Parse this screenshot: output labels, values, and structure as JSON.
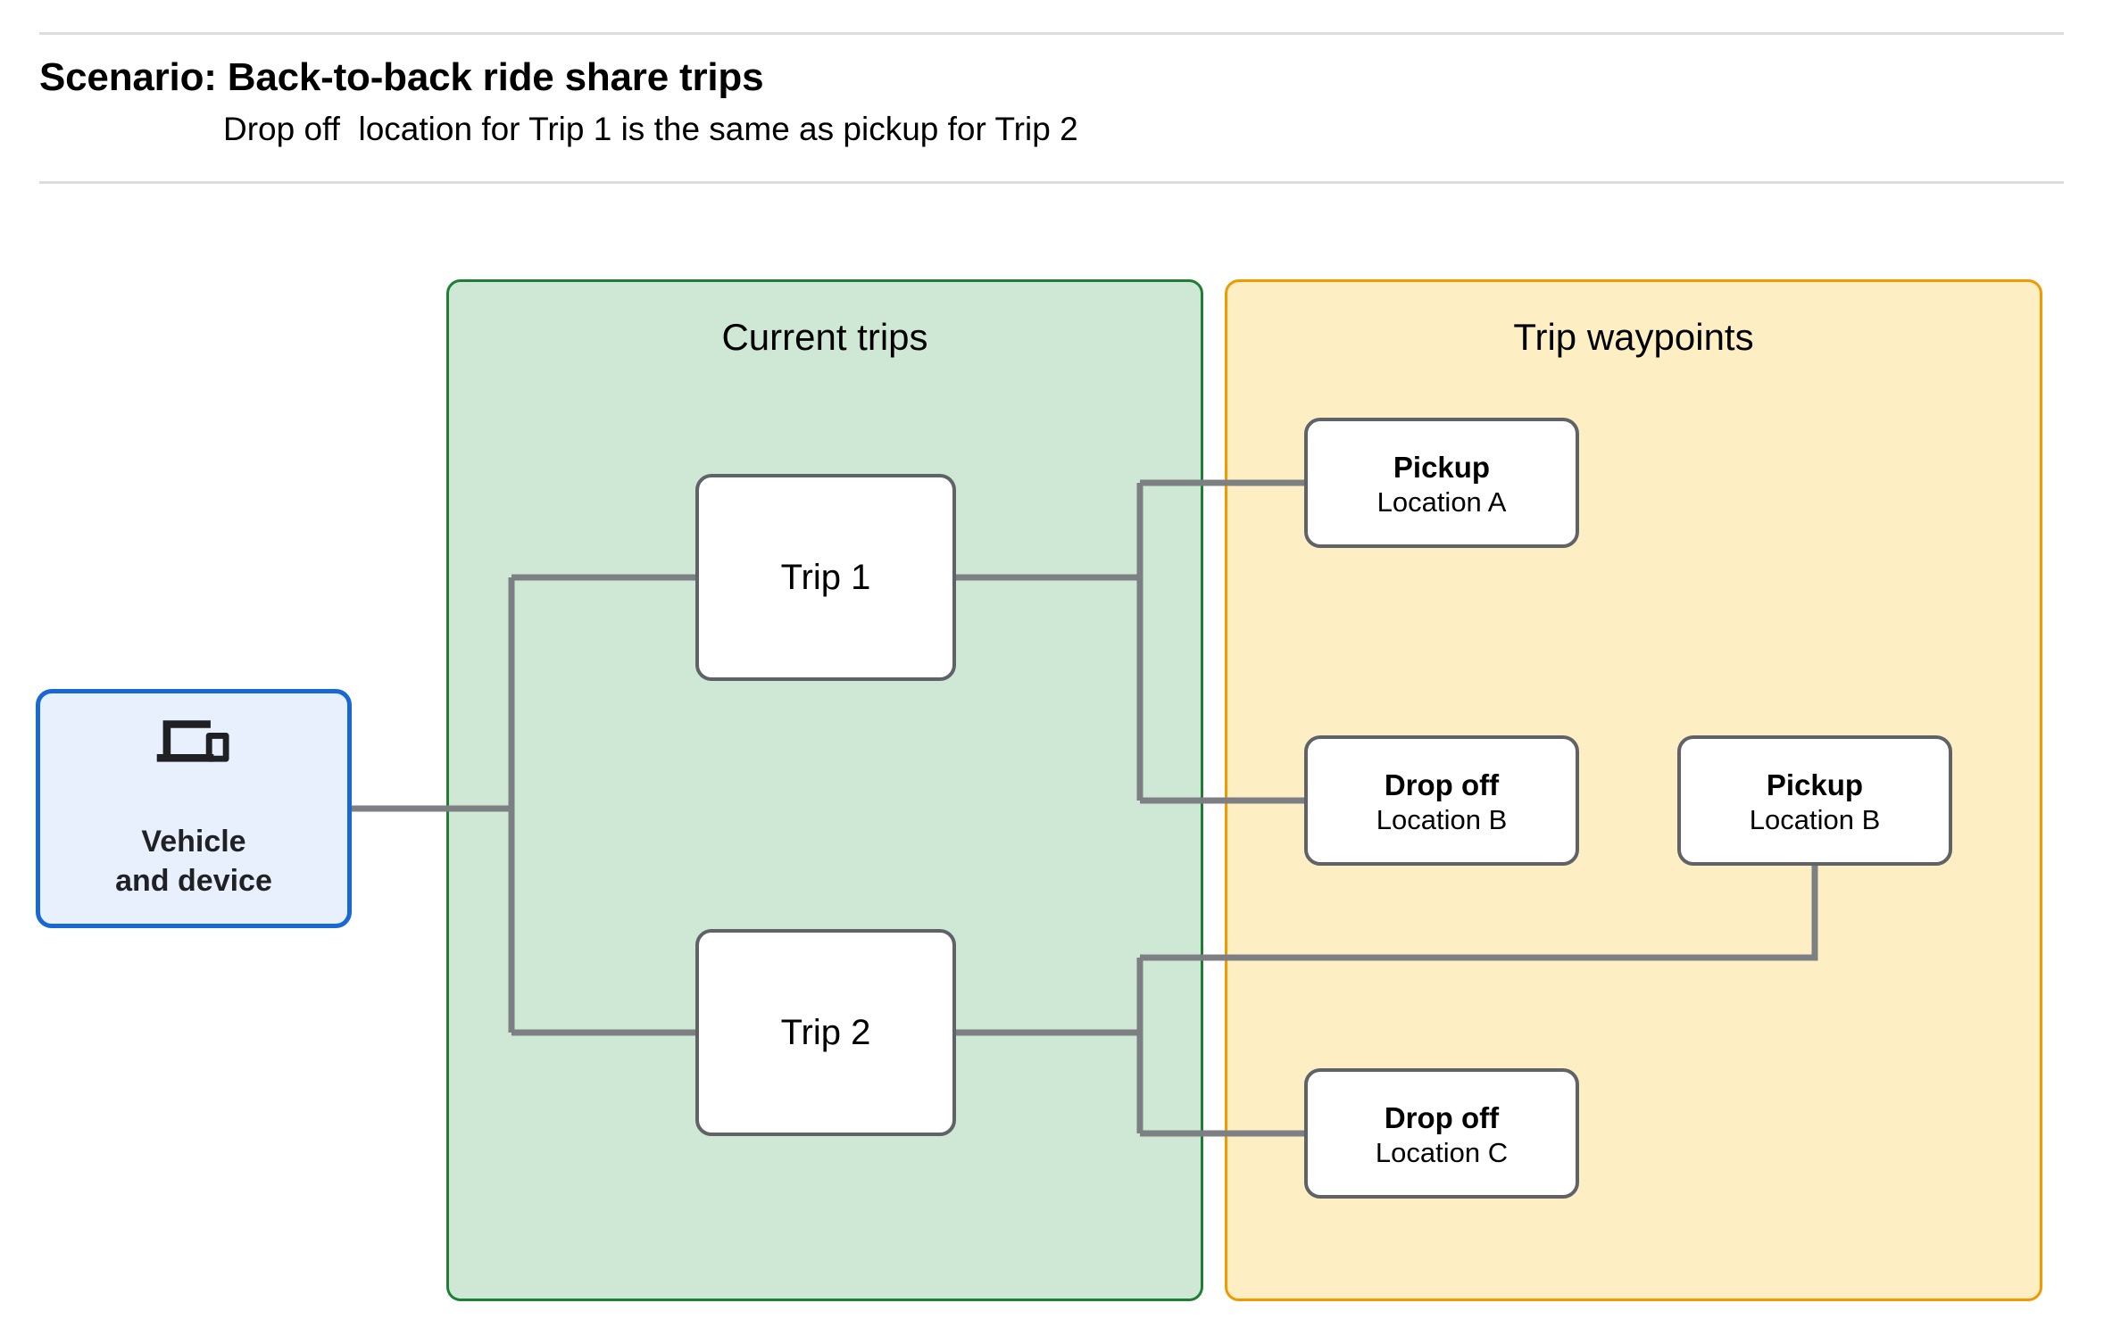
{
  "header": {
    "title": "Scenario: Back-to-back ride share trips",
    "subtitle": "Drop off  location for Trip 1 is the same as pickup for Trip 2"
  },
  "panels": {
    "current_trips": {
      "title": "Current trips",
      "border_color": "#1e7e34",
      "fill_color": "#cee8d5"
    },
    "trip_waypoints": {
      "title": "Trip waypoints",
      "border_color": "#f29900",
      "fill_color": "#fdeec3"
    }
  },
  "vehicle": {
    "icon": "devices-icon",
    "label_line1": "Vehicle",
    "label_line2": "and device",
    "border_color": "#1967d2",
    "fill_color": "#e8f0fe"
  },
  "trips": [
    {
      "label": "Trip 1"
    },
    {
      "label": "Trip 2"
    }
  ],
  "waypoints": [
    {
      "type": "Pickup",
      "location": "Location A"
    },
    {
      "type": "Drop off",
      "location": "Location B"
    },
    {
      "type": "Pickup",
      "location": "Location B"
    },
    {
      "type": "Drop off",
      "location": "Location C"
    }
  ],
  "connector": {
    "color": "#7d8083"
  }
}
